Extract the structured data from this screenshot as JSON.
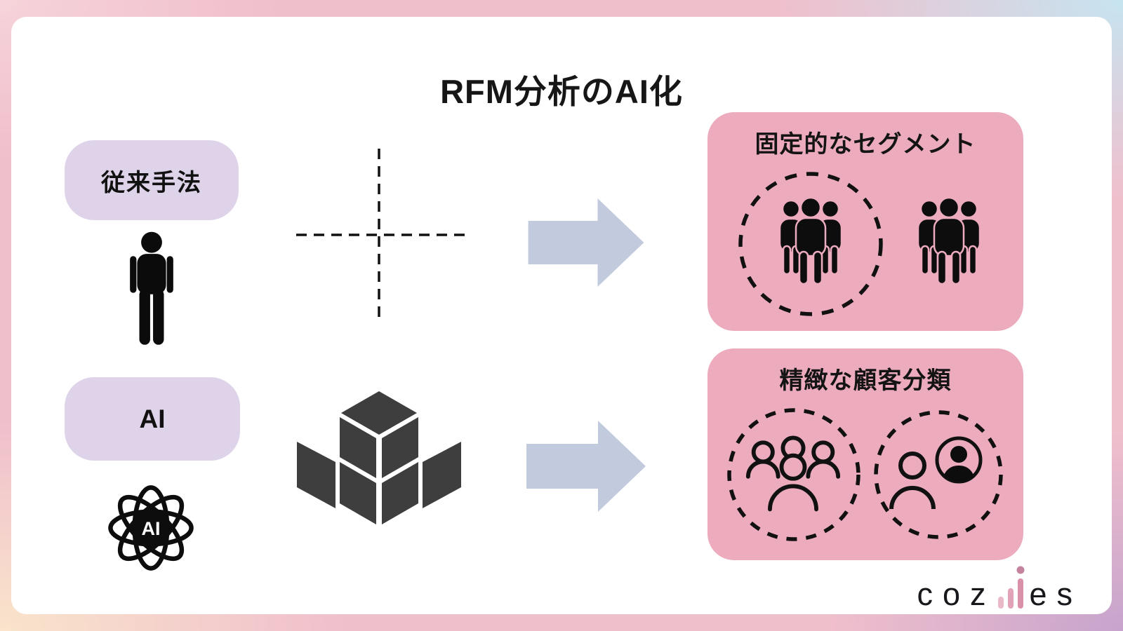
{
  "title": "RFM分析のAI化",
  "left_column": {
    "traditional": {
      "label": "従来手法"
    },
    "ai": {
      "label": "AI",
      "atom_text": "AI"
    }
  },
  "right_column": {
    "fixed_segments": {
      "title": "固定的なセグメント"
    },
    "precise_classification": {
      "title": "精緻な顧客分類"
    }
  },
  "logo": {
    "prefix": "coz",
    "suffix": "es",
    "bar_colors": [
      "#eab9c8",
      "#e2a3b8",
      "#db90aa"
    ],
    "dot_color": "#c5849e"
  },
  "colors": {
    "pill_bg": "#ded3e8",
    "result_box_bg": "#ecacbe",
    "arrow": "#c2cade",
    "cube": "#3e3e3e",
    "icon_black": "#0d0d0d",
    "frame_pink": "#f0bfcc",
    "frame_blue": "#c6e4f0",
    "frame_purple": "#c7a4cd",
    "frame_peach": "#f9e4cb"
  },
  "icons": [
    "person-icon",
    "ai-atom-icon",
    "dashed-cross-icon",
    "cube-stack-icon",
    "arrow-right-icon",
    "group-filled-icon",
    "group-outline-icon",
    "person-outline-icon",
    "avatar-circle-icon",
    "logo-bars-icon"
  ]
}
